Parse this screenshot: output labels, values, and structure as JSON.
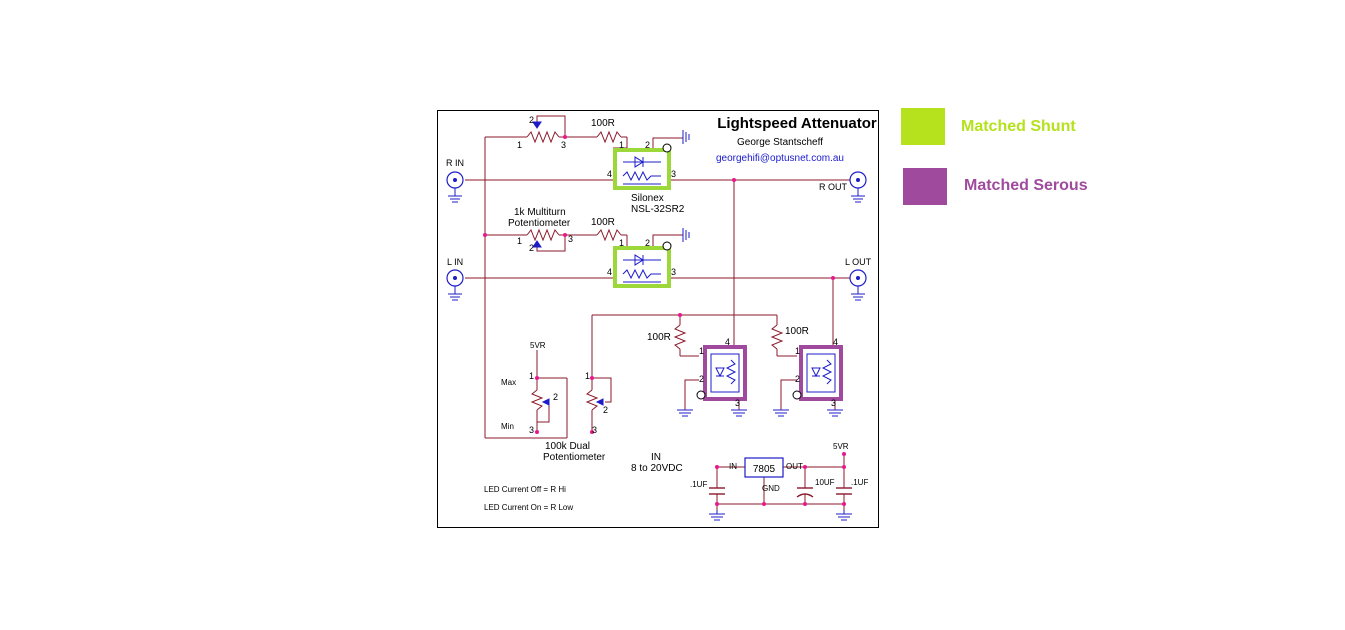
{
  "schematic": {
    "title": "Lightspeed Attenuator",
    "author": "George Stantscheff",
    "email": "georgehifi@optusnet.com.au",
    "labels": {
      "r_in": "R IN",
      "r_out": "R  OUT",
      "l_in": "L IN",
      "l_out": "L OUT",
      "r_100_top": "100R",
      "r_100_mid": "100R",
      "r_100_left_ldr": "100R",
      "r_100_right_ldr": "100R",
      "ldr_part_line1": "Silonex",
      "ldr_part_line2": "NSL-32SR2",
      "multiturn_line1": "1k Multiturn",
      "multiturn_line2": "Potentiometer",
      "dual_line1": "100k Dual",
      "dual_line2": "Potentiometer",
      "supply_5vr_left": "5VR",
      "supply_5vr_right": "5VR",
      "max": "Max",
      "min": "Min",
      "in_line1": "IN",
      "in_line2": "8 to 20VDC",
      "reg_in": "IN",
      "reg_out": "OUT",
      "reg_gnd": "GND",
      "reg_part": "7805",
      "cap_left": ".1UF",
      "cap_mid": "10UF",
      "cap_right": ".1UF",
      "note_off": "LED Current Off = R Hi",
      "note_on": "LED Current On = R Low"
    },
    "pins": {
      "p1": "1",
      "p2": "2",
      "p3": "3",
      "p4": "4"
    }
  },
  "legend": [
    {
      "label": "Matched Shunt",
      "color": "#b5e11d"
    },
    {
      "label": "Matched Serous",
      "color": "#a04a9e"
    }
  ],
  "colors": {
    "wire": "#8b1a2b",
    "node": "#e8188c",
    "component": "#1c1cc8",
    "text": "#000000",
    "email": "#1a1ad0",
    "shunt": "#9cd83a",
    "serous": "#a04a9e"
  }
}
